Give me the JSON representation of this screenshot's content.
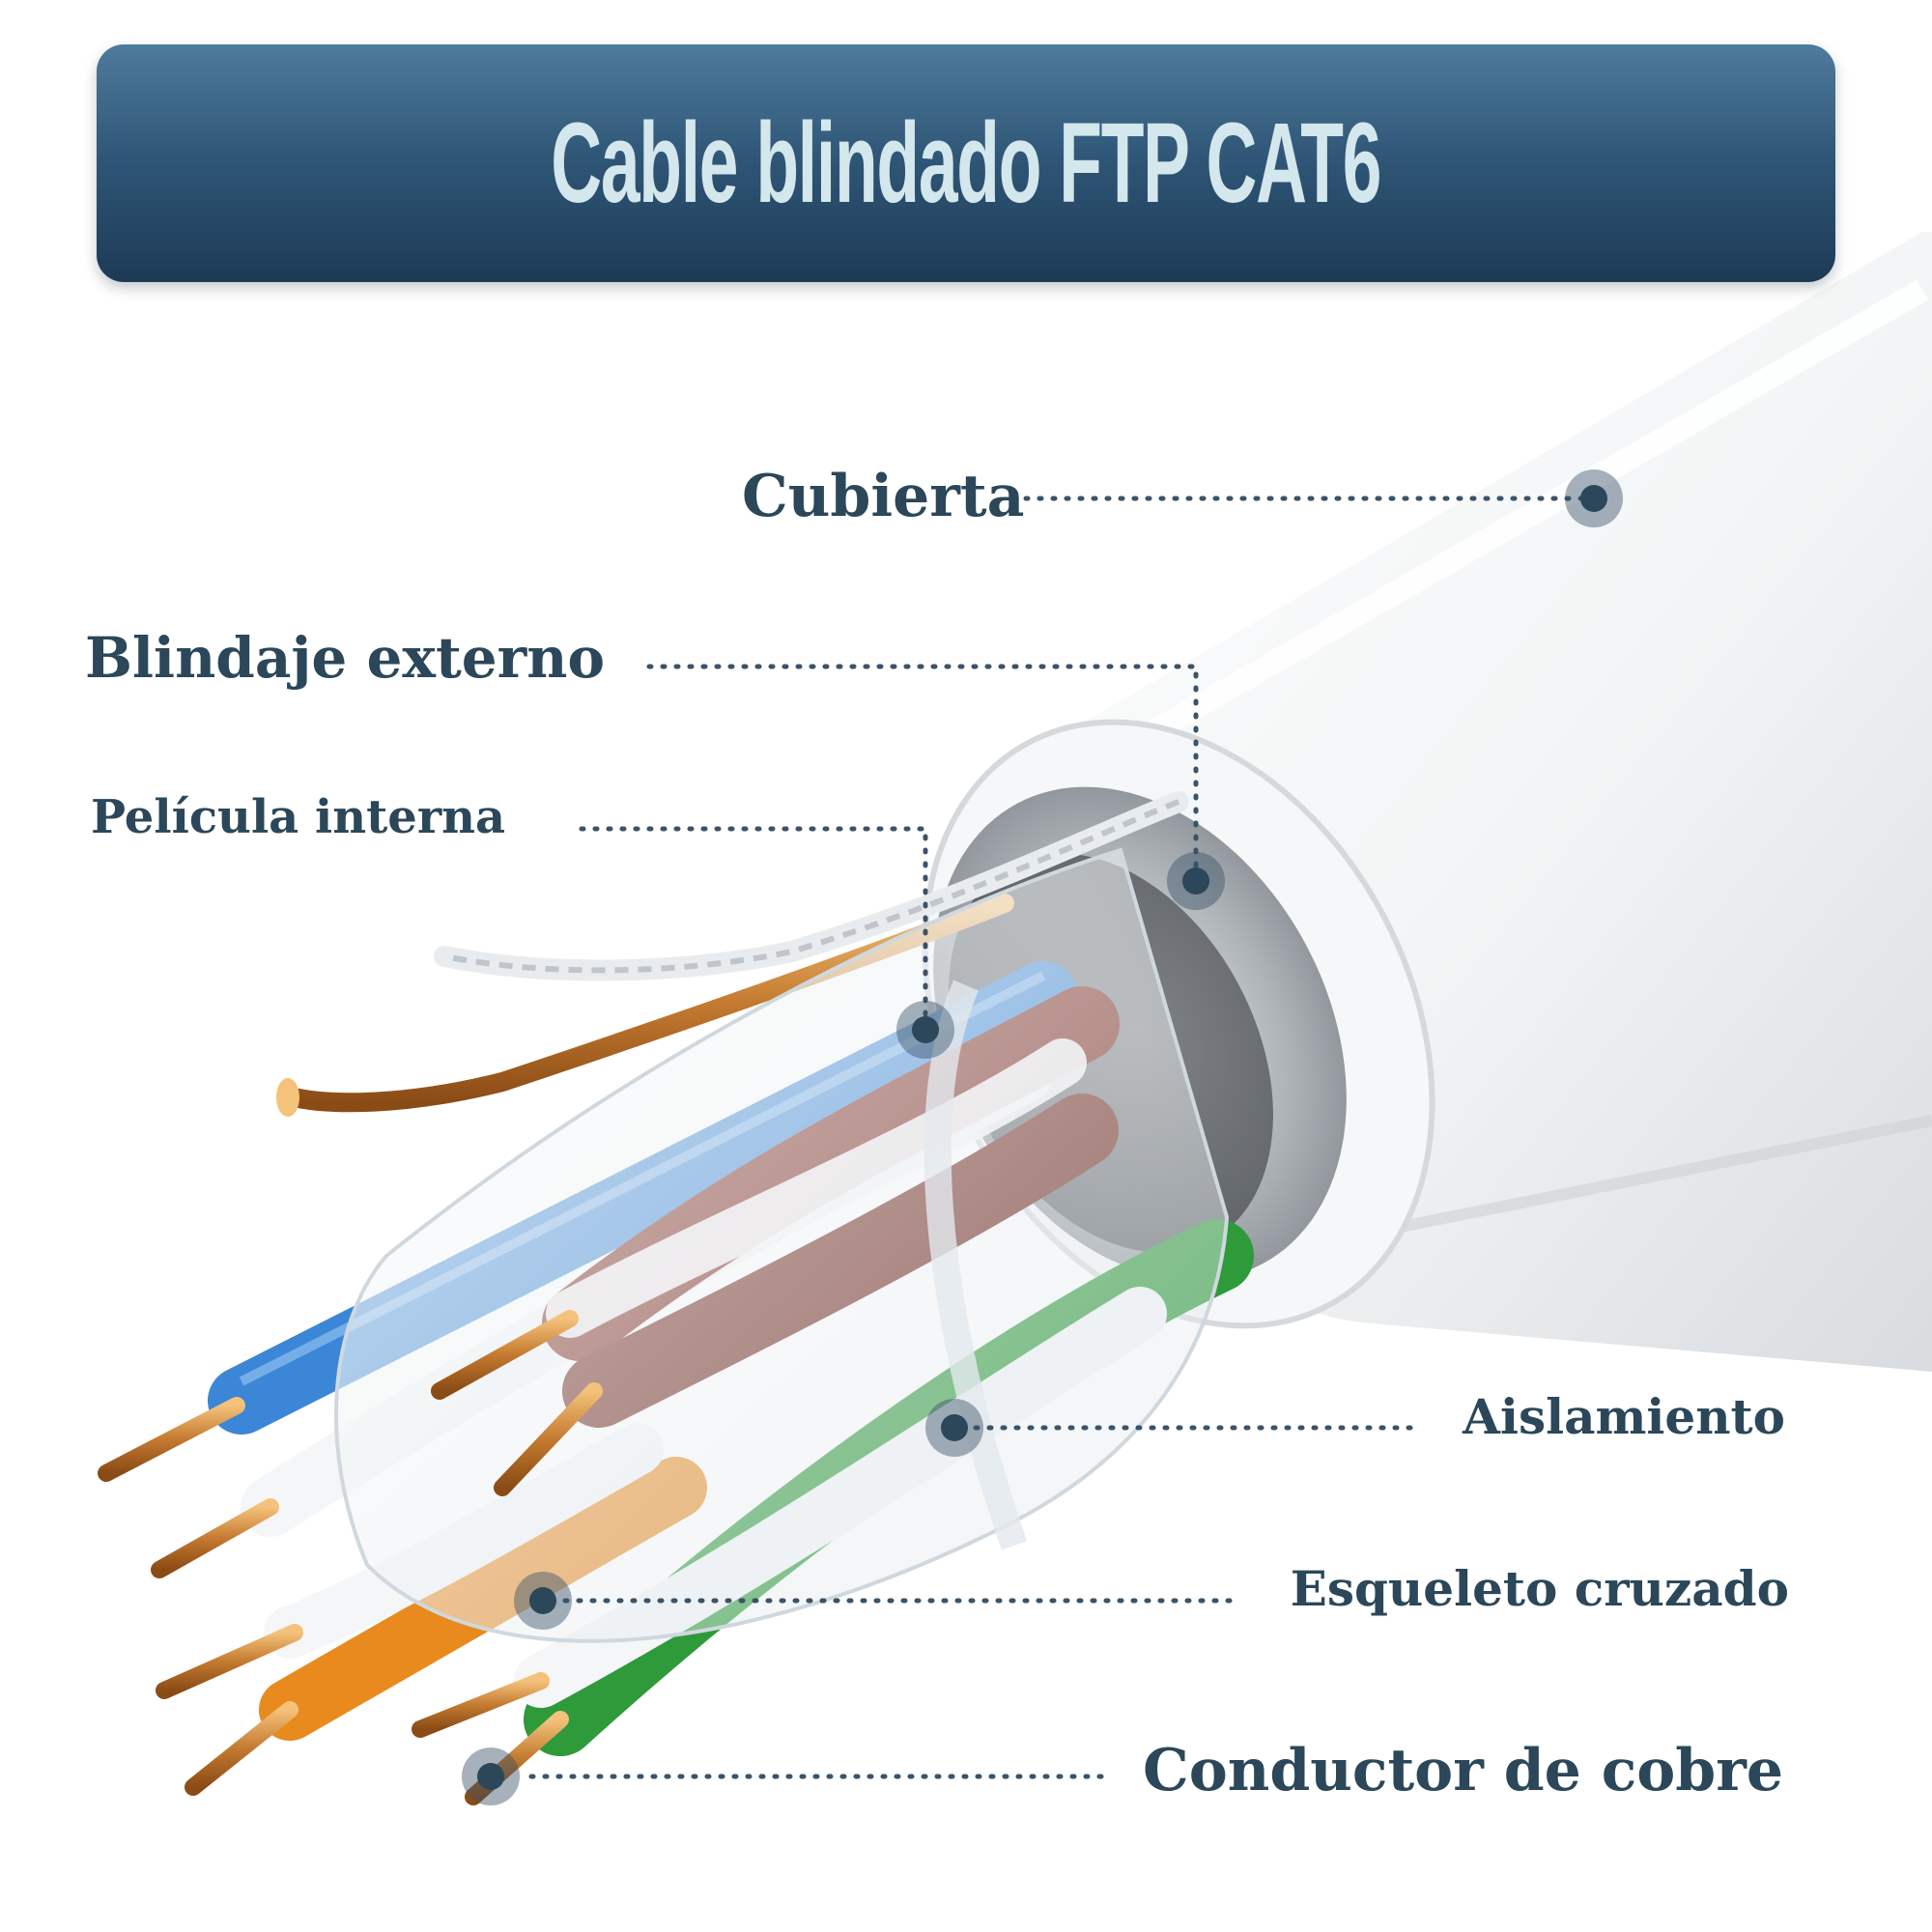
{
  "title": "Cable blindado FTP CAT6",
  "labels": {
    "cubierta": "Cubierta",
    "blindaje_externo": "Blindaje externo",
    "pelicula_interna": "Película interna",
    "aislamiento": "Aislamiento",
    "esqueleto_cruzado": "Esqueleto cruzado",
    "conductor_cobre": "Conductor de cobre"
  },
  "colors": {
    "banner_top": "#4f7b9c",
    "banner_bottom": "#1d3a55",
    "title_text": "#d3e7ec",
    "label_text": "#2b4759",
    "marker": "#3a5368",
    "jacket": "#f1f3f4",
    "shield_foil": "#b9bec3",
    "drain_wire": "#c98a3a",
    "pair_blue": "#3b86d6",
    "pair_brown": "#7a2418",
    "pair_green": "#2e9a3a",
    "pair_orange": "#e98a1e",
    "copper": "#c8823a"
  }
}
